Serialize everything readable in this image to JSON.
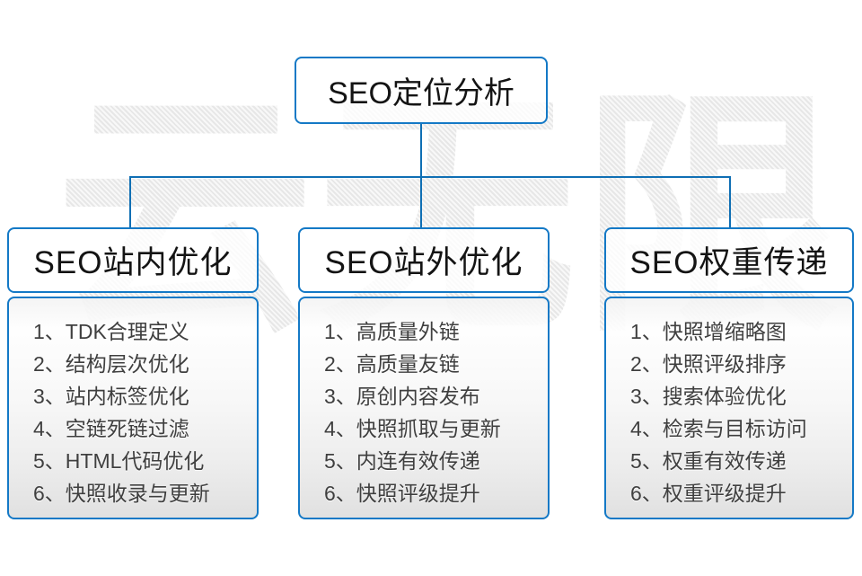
{
  "watermark": {
    "text": "云无限"
  },
  "root": {
    "title": "SEO定位分析"
  },
  "columns": [
    {
      "title": "SEO站内优化",
      "items": [
        "1、TDK合理定义",
        "2、结构层次优化",
        "3、站内标签优化",
        "4、空链死链过滤",
        "5、HTML代码优化",
        "6、快照收录与更新"
      ]
    },
    {
      "title": "SEO站外优化",
      "items": [
        "1、高质量外链",
        "2、高质量友链",
        "3、原创内容发布",
        "4、快照抓取与更新",
        "5、内连有效传递",
        "6、快照评级提升"
      ]
    },
    {
      "title": "SEO权重传递",
      "items": [
        "1、快照增缩略图",
        "2、快照评级排序",
        "3、搜索体验优化",
        "4、检索与目标访问",
        "5、权重有效传递",
        "6、权重评级提升"
      ]
    }
  ],
  "colors": {
    "connector_line": "#0f6fb4",
    "box_border": "#1479c6",
    "list_text": "#3f3f3f",
    "title_text": "#141414",
    "watermark_gray": "#e7e7e7",
    "panel_gradient_bottom": "#dedede"
  }
}
